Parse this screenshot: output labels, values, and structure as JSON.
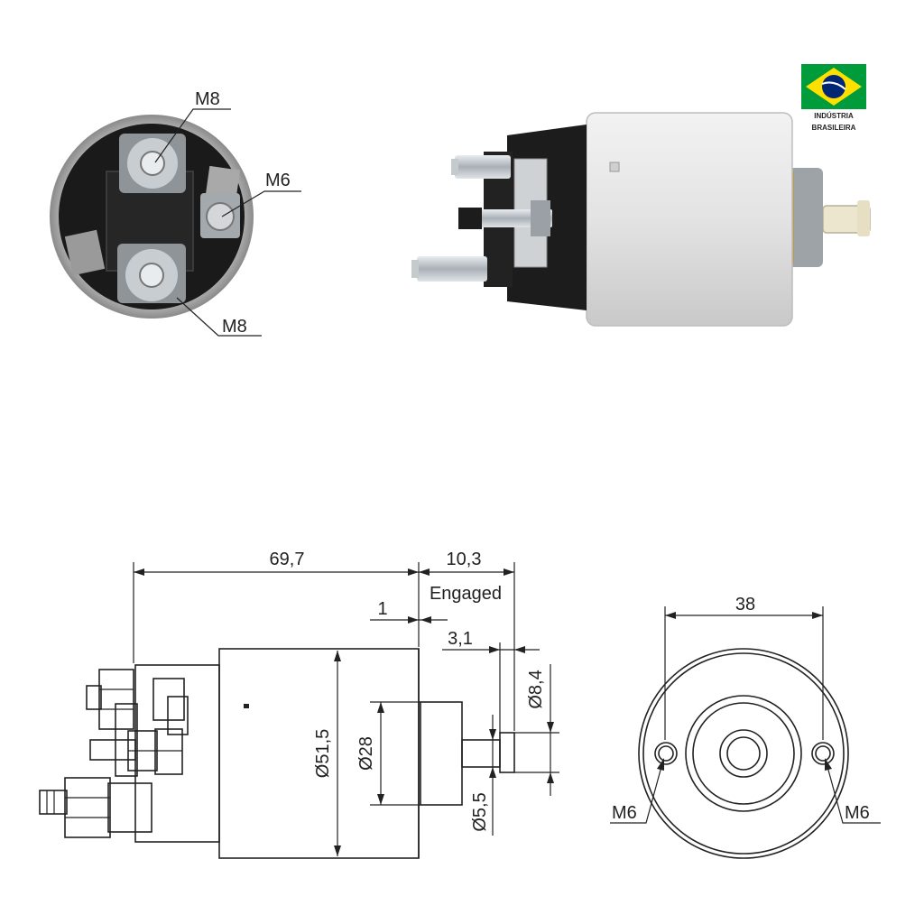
{
  "badge": {
    "line1": "INDÚSTRIA",
    "line2": "BRASILEIRA",
    "colors": {
      "green": "#009b3a",
      "yellow": "#fedf00",
      "blue": "#002776"
    }
  },
  "end_view_labels": {
    "top_terminal": "M8",
    "side_terminal": "M6",
    "bottom_terminal": "M8"
  },
  "dimensions": {
    "overall_length": "69,7",
    "plunger_travel": "10,3",
    "engaged": "Engaged",
    "gap": "1",
    "tip_length": "3,1",
    "body_diameter": "Ø51,5",
    "boss_diameter": "Ø28",
    "tip_diameter": "Ø8,4",
    "shaft_diameter": "Ø5,5",
    "mount_spacing": "38",
    "mount_left": "M6",
    "mount_right": "M6"
  },
  "colors": {
    "housing": "#e4e4e4",
    "cap": "#1c1c1c",
    "metal": "#bfc4c8",
    "plunger": "#ece6cf",
    "line": "#222222"
  }
}
